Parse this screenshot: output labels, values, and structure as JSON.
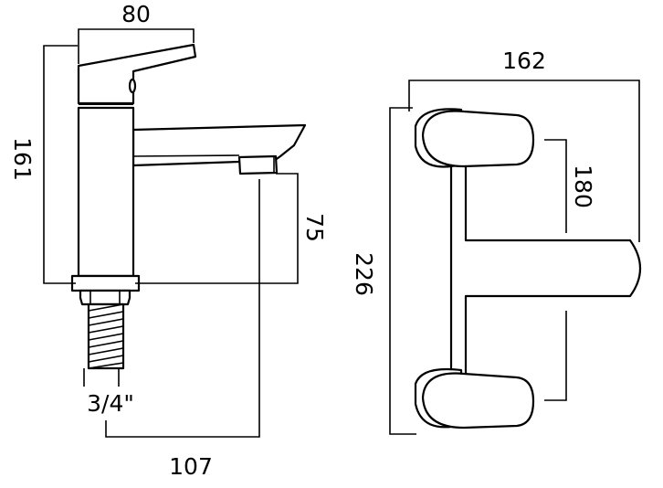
{
  "drawing": {
    "side_view": {
      "width_label": "80",
      "height_label": "161",
      "spout_drop_label": "75",
      "reach_label": "107",
      "connector_label": "3/4\""
    },
    "top_view": {
      "width_label": "162",
      "depth_label": "226",
      "centres_label": "180"
    }
  }
}
